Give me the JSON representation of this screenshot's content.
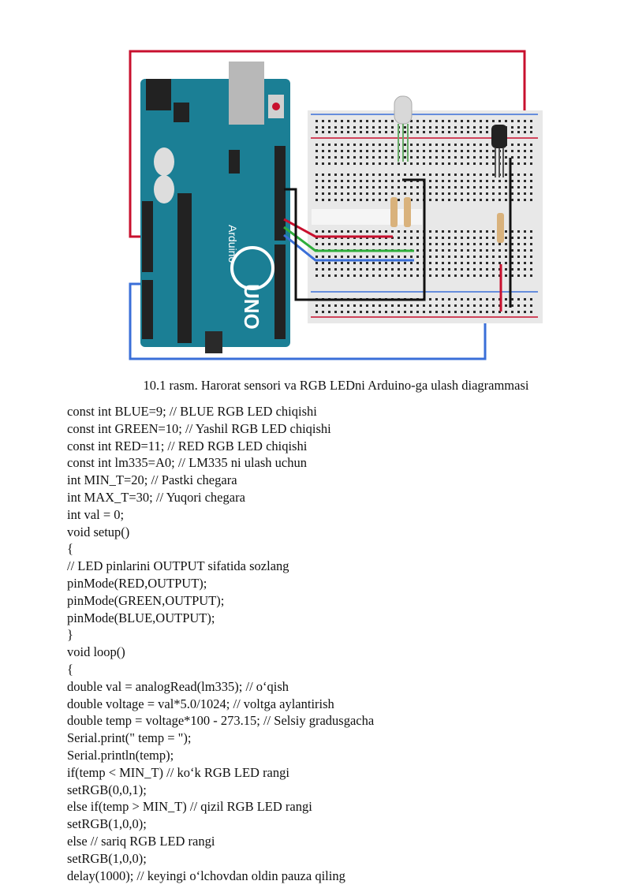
{
  "figure": {
    "caption": "10.1 rasm. Harorat sensori va RGB LEDni Arduino-ga ulash diagrammasi",
    "board_label": "UNO",
    "board_brand": "Arduino",
    "colors": {
      "board": "#1b7f95",
      "breadboard": "#e8e8e8",
      "wire_red": "#c8102e",
      "wire_green": "#2fae3c",
      "wire_blue": "#3a6fd8",
      "wire_black": "#111111"
    }
  },
  "code_lines": [
    "const int BLUE=9; // BLUE RGB LED chiqishi",
    "const int GREEN=10; // Yashil RGB LED chiqishi",
    "const int RED=11; // RED RGB LED chiqishi",
    "const int lm335=A0; // LM335 ni ulash uchun",
    "int MIN_T=20; // Pastki chegara",
    "int MAX_T=30; // Yuqori chegara",
    "int val = 0;",
    "void setup()",
    "{",
    "// LED pinlarini OUTPUT sifatida sozlang",
    "pinMode(RED,OUTPUT);",
    "pinMode(GREEN,OUTPUT);",
    "pinMode(BLUE,OUTPUT);",
    "}",
    "void loop()",
    "{",
    "double val = analogRead(lm335); // o‘qish",
    "double voltage = val*5.0/1024; // voltga aylantirish",
    "double temp = voltage*100 - 273.15; // Selsiy gradusgacha",
    "Serial.print(\" temp = \");",
    "Serial.println(temp);",
    "if(temp < MIN_T) // ko‘k RGB LED rangi",
    "setRGB(0,0,1);",
    "else if(temp > MIN_T) // qizil RGB LED rangi",
    "setRGB(1,0,0);",
    "else // sariq RGB LED rangi",
    "setRGB(1,0,0);",
    "delay(1000); // keyingi o‘lchovdan oldin pauza qiling"
  ]
}
